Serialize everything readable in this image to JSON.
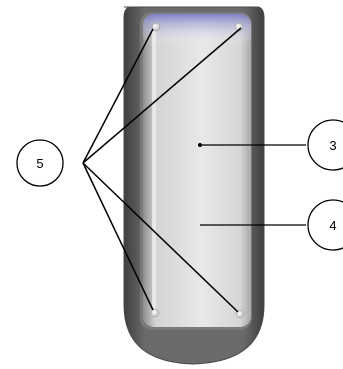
{
  "callouts": [
    {
      "id": "callout-5",
      "label": "5"
    },
    {
      "id": "callout-3",
      "label": "3"
    },
    {
      "id": "callout-4",
      "label": "4"
    }
  ],
  "colors": {
    "housing_outer": "#5c5c5c",
    "housing_edge": "#4a4a4a",
    "panel_light": "#e6e6e6",
    "panel_shadow": "#9c9c9c",
    "panel_top_tint": "#8888cc",
    "leader_line": "#000000"
  }
}
